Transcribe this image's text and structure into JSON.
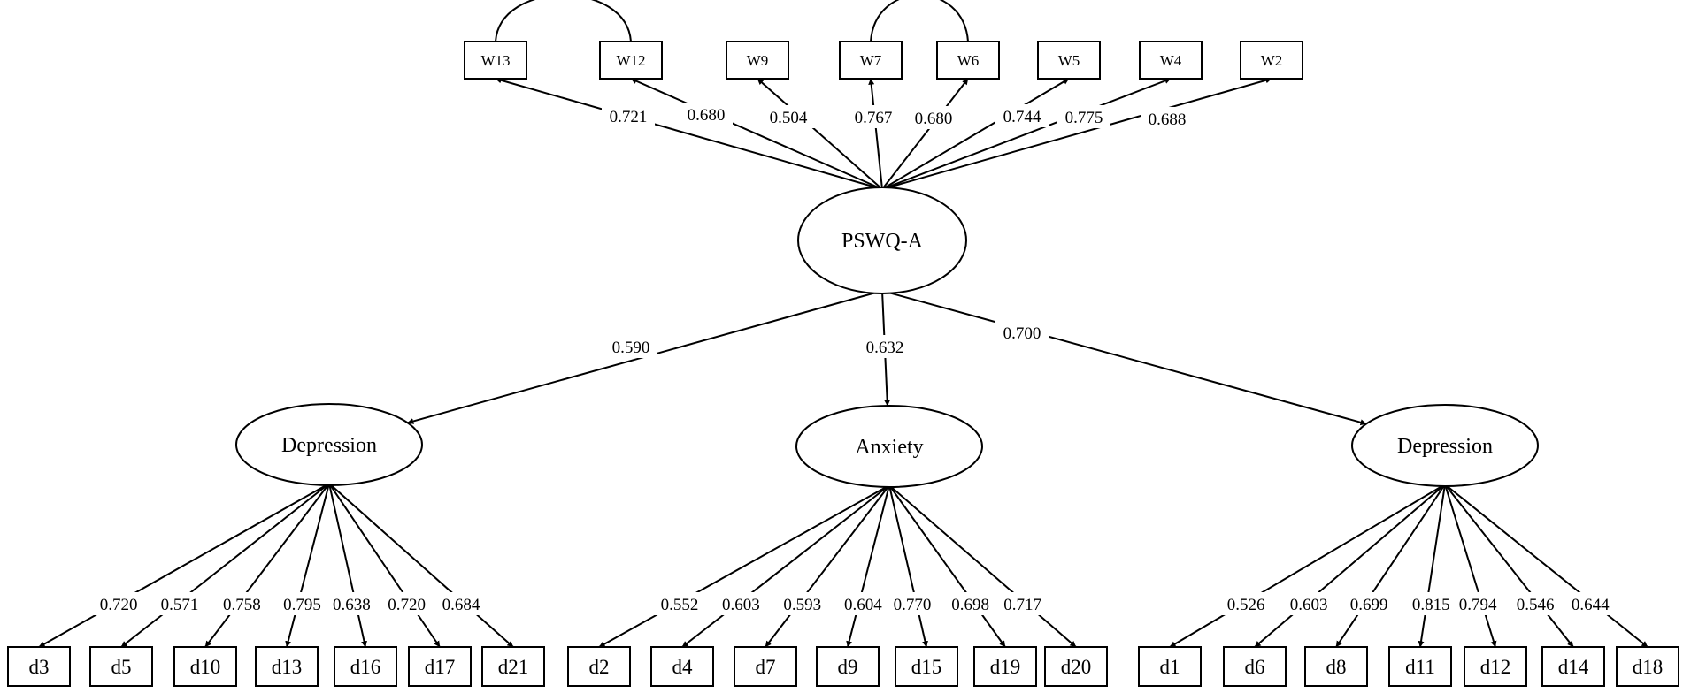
{
  "top_factor": {
    "label": "PSWQ-A"
  },
  "top_items": [
    {
      "label": "W13",
      "loading": "0.721"
    },
    {
      "label": "W12",
      "loading": "0.680"
    },
    {
      "label": "W9",
      "loading": "0.504"
    },
    {
      "label": "W7",
      "loading": "0.767"
    },
    {
      "label": "W6",
      "loading": "0.680"
    },
    {
      "label": "W5",
      "loading": "0.744"
    },
    {
      "label": "W4",
      "loading": "0.775"
    },
    {
      "label": "W2",
      "loading": "0.688"
    }
  ],
  "covariances": [
    [
      "W13",
      "W12"
    ],
    [
      "W7",
      "W6"
    ]
  ],
  "factors": [
    {
      "label": "Depression",
      "loading": "0.590",
      "items": [
        {
          "label": "d3",
          "loading": "0.720"
        },
        {
          "label": "d5",
          "loading": "0.571"
        },
        {
          "label": "d10",
          "loading": "0.758"
        },
        {
          "label": "d13",
          "loading": "0.795"
        },
        {
          "label": "d16",
          "loading": "0.638"
        },
        {
          "label": "d17",
          "loading": "0.720"
        },
        {
          "label": "d21",
          "loading": "0.684"
        }
      ]
    },
    {
      "label": "Anxiety",
      "loading": "0.632",
      "items": [
        {
          "label": "d2",
          "loading": "0.552"
        },
        {
          "label": "d4",
          "loading": "0.603"
        },
        {
          "label": "d7",
          "loading": "0.593"
        },
        {
          "label": "d9",
          "loading": "0.604"
        },
        {
          "label": "d15",
          "loading": "0.770"
        },
        {
          "label": "d19",
          "loading": "0.698"
        },
        {
          "label": "d20",
          "loading": "0.717"
        }
      ]
    },
    {
      "label": "Depression",
      "loading": "0.700",
      "items": [
        {
          "label": "d1",
          "loading": "0.526"
        },
        {
          "label": "d6",
          "loading": "0.603"
        },
        {
          "label": "d8",
          "loading": "0.699"
        },
        {
          "label": "d11",
          "loading": "0.815"
        },
        {
          "label": "d12",
          "loading": "0.794"
        },
        {
          "label": "d14",
          "loading": "0.546"
        },
        {
          "label": "d18",
          "loading": "0.644"
        }
      ]
    }
  ]
}
